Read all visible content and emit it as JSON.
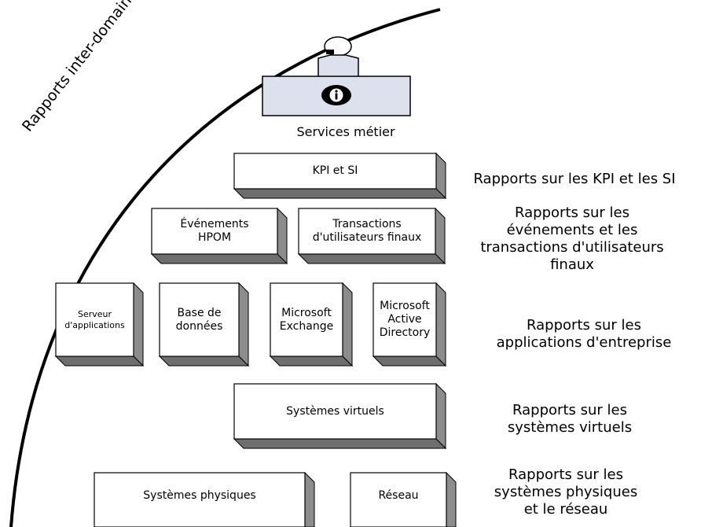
{
  "arc_label": "Rapports inter-domaines",
  "top": {
    "label": "Services métier",
    "icon": "information-desk-icon"
  },
  "boxes": {
    "kpi": "KPI et SI",
    "events": "Événements\nHPOM",
    "transactions": "Transactions\nd'utilisateurs finaux",
    "app_server": "Serveur\nd'applications",
    "database": "Base de\ndonnées",
    "exchange": "Microsoft\nExchange",
    "active_directory": "Microsoft\nActive\nDirectory",
    "virtual": "Systèmes virtuels",
    "physical": "Systèmes physiques",
    "network": "Réseau"
  },
  "reports": {
    "kpi": "Rapports sur les KPI et les SI",
    "events": "Rapports sur les\névénements et les\ntransactions d'utilisateurs\nfinaux",
    "apps": "Rapports sur les\napplications d'entreprise",
    "virtual": "Rapports sur les\nsystèmes virtuels",
    "physical": "Rapports sur les\nsystèmes physiques\net le réseau"
  },
  "colors": {
    "box_face": "#ffffff",
    "box_side": "#8c8c8c",
    "desk": "#dde1ee",
    "line": "#000000"
  }
}
